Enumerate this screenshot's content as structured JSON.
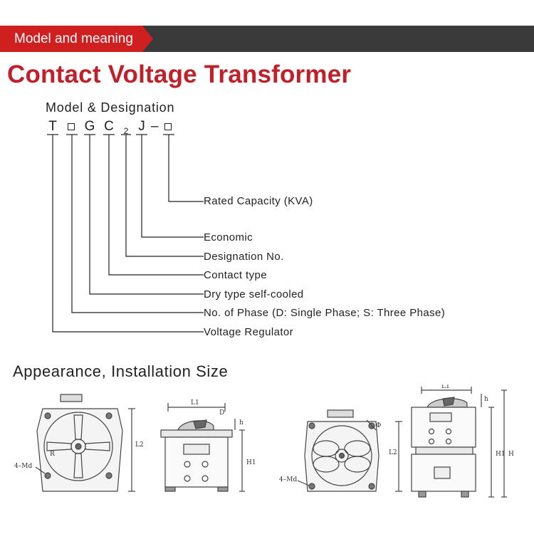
{
  "header": {
    "label": "Model and meaning"
  },
  "title": "Contact Voltage Transformer",
  "model_heading": "Model & Designation",
  "code": {
    "t": "T",
    "g": "G",
    "c": "C",
    "sub": "2",
    "j": "J",
    "dash": "–"
  },
  "designations": [
    "Rated Capacity (KVA)",
    "Economic",
    "Designation No.",
    "Contact type",
    "Dry type self-cooled",
    "No. of Phase (D: Single Phase; S: Three Phase)",
    "Voltage Regulator"
  ],
  "appearance_heading": "Appearance, Installation Size",
  "drawing_labels": {
    "l1": "L1",
    "l2": "L2",
    "h": "H",
    "h1": "H1",
    "h_small": "h",
    "d": "D",
    "r": "R",
    "phi": "Φ",
    "md": "4–Md"
  },
  "colors": {
    "accent": "#c0202a",
    "tab": "#cf1f1f",
    "bar": "#3a3a3a"
  }
}
